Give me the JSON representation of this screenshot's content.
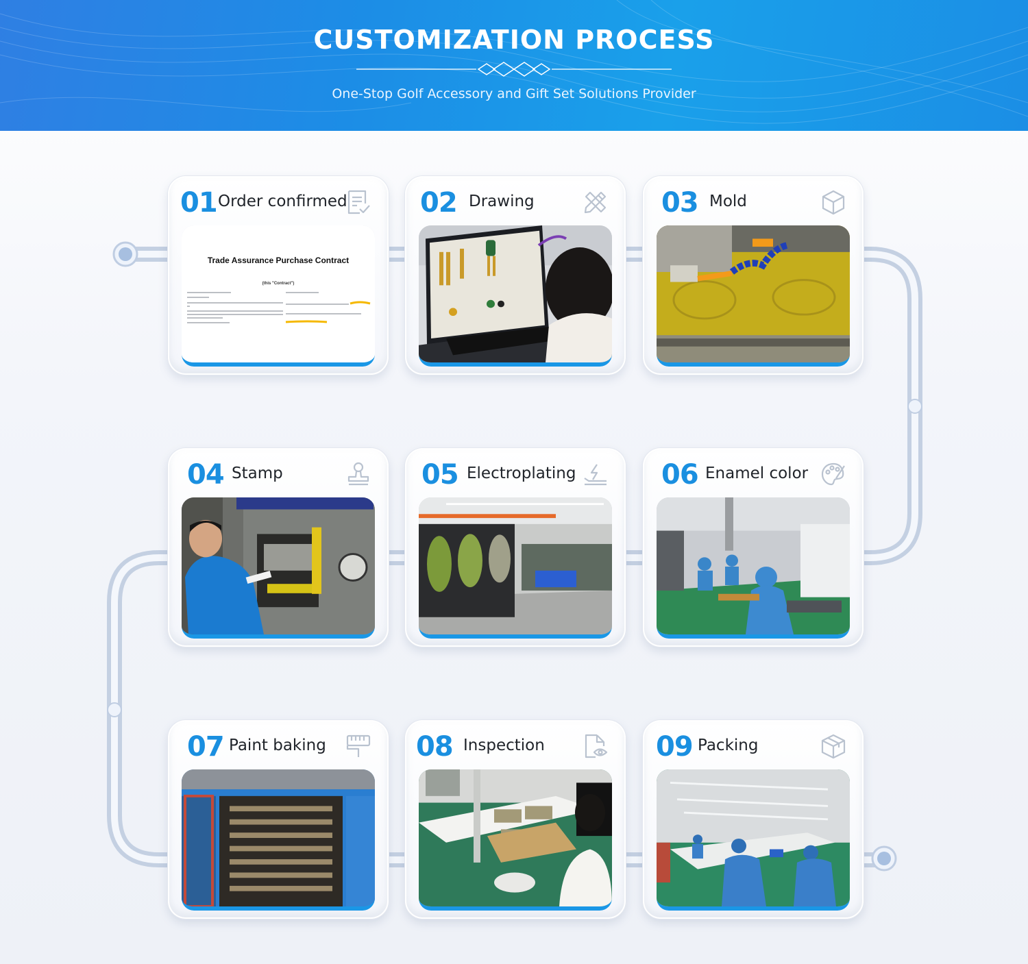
{
  "header": {
    "title": "CUSTOMIZATION PROCESS",
    "subtitle": "One-Stop Golf Accessory and Gift Set Solutions Provider"
  },
  "colors": {
    "accent": "#1a8fe0",
    "banner": "#1c8de6",
    "track": "#c6d3e6"
  },
  "steps": [
    {
      "num": "01",
      "label": "Order confirmed",
      "icon": "document-check-icon",
      "photo": "contract-document"
    },
    {
      "num": "02",
      "label": "Drawing",
      "icon": "pencil-ruler-icon",
      "photo": "designer-at-computer"
    },
    {
      "num": "03",
      "label": "Mold",
      "icon": "cube-icon",
      "photo": "cnc-mold-engraving"
    },
    {
      "num": "04",
      "label": "Stamp",
      "icon": "stamp-icon",
      "photo": "stamping-press-worker"
    },
    {
      "num": "05",
      "label": "Electroplating",
      "icon": "plating-icon",
      "photo": "electroplating-line"
    },
    {
      "num": "06",
      "label": "Enamel color",
      "icon": "palette-icon",
      "photo": "enamel-workshop"
    },
    {
      "num": "07",
      "label": "Paint baking",
      "icon": "paint-roller-icon",
      "photo": "baking-oven"
    },
    {
      "num": "08",
      "label": "Inspection",
      "icon": "document-eye-icon",
      "photo": "inspection-table"
    },
    {
      "num": "09",
      "label": "Packing",
      "icon": "box-icon",
      "photo": "packing-workshop"
    }
  ],
  "contract": {
    "title": "Trade Assurance Purchase Contract",
    "subtitle": "(this \"Contract\")"
  }
}
